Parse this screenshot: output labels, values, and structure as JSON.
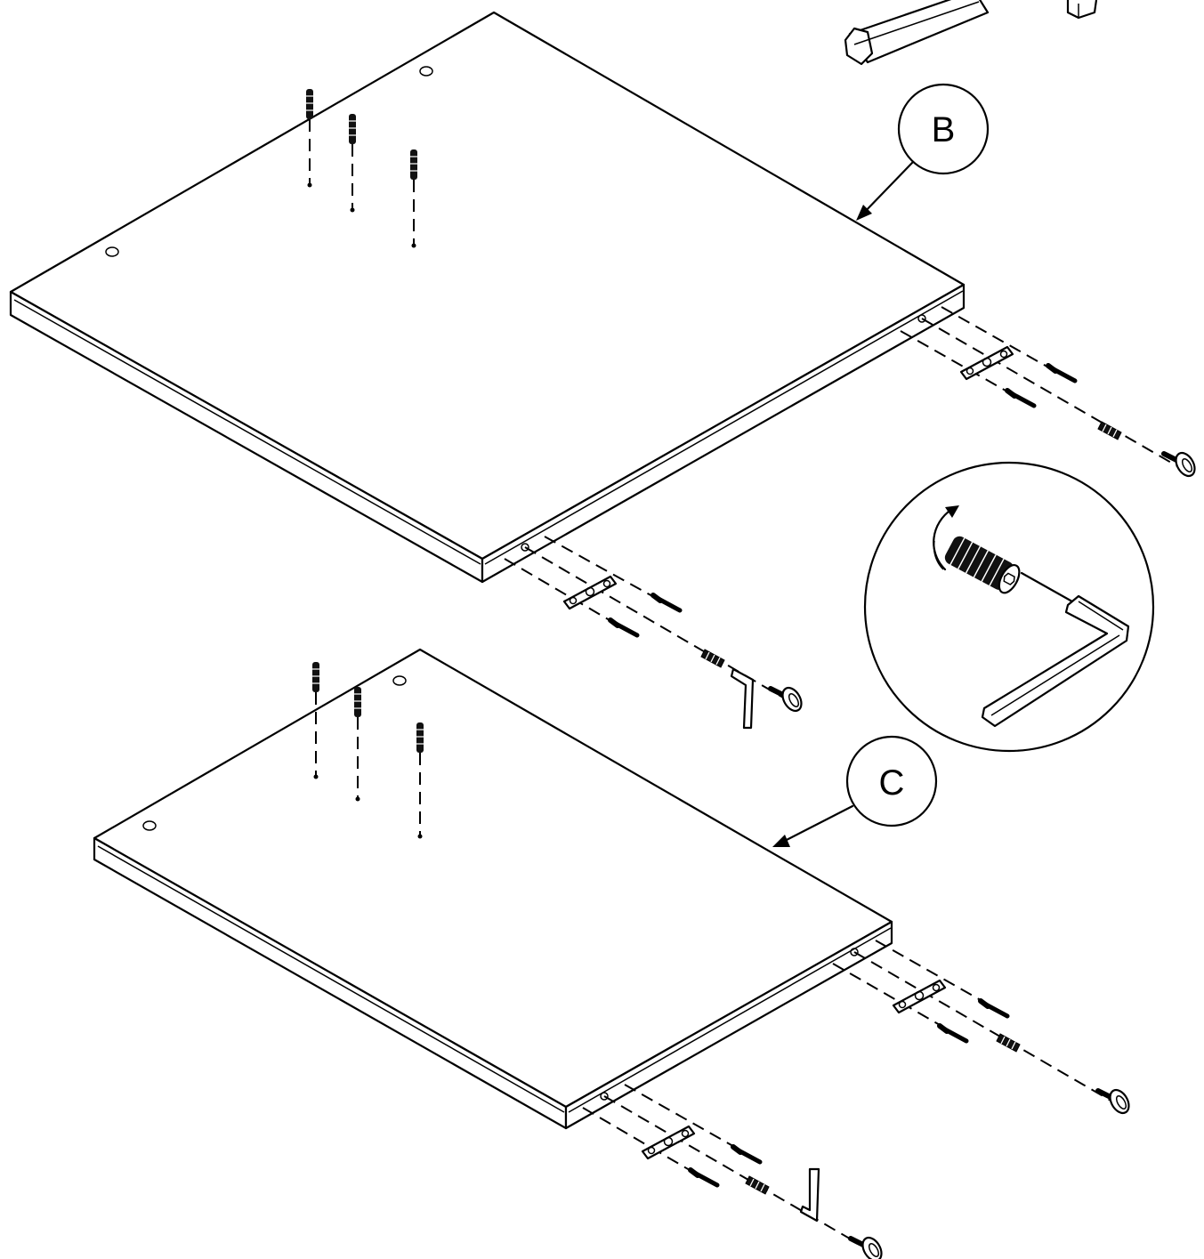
{
  "diagram": {
    "callouts": [
      {
        "id": "B",
        "label": "B"
      },
      {
        "id": "C",
        "label": "C"
      }
    ],
    "parts": {
      "panels": [
        "panel-b",
        "panel-c"
      ],
      "detail": "cam-lock-detail"
    }
  }
}
